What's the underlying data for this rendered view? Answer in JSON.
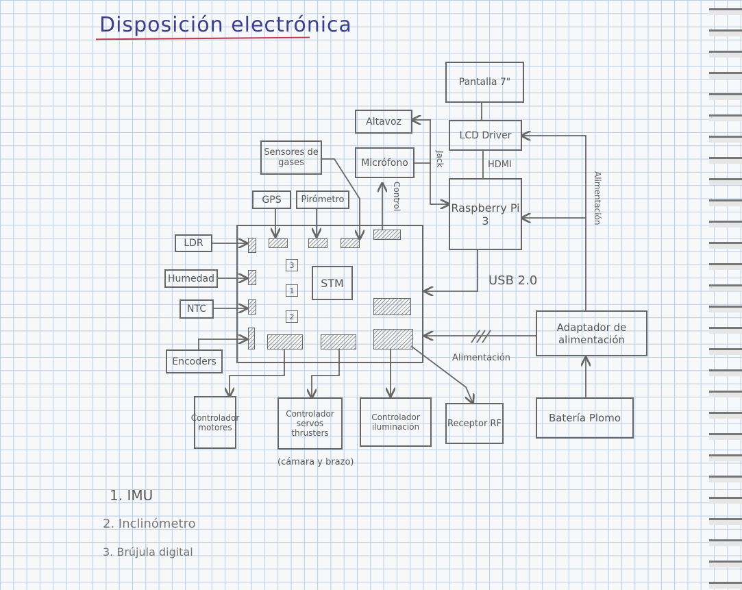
{
  "title": "Disposición electrónica",
  "blocks": {
    "pantalla": "Pantalla 7\"",
    "altavoz": "Altavoz",
    "lcd_driver": "LCD Driver",
    "sensores": "Sensores de gases",
    "microfono": "Micrófono",
    "raspberry": "Raspberry Pi 3",
    "gps": "GPS",
    "pirometro": "Pirómetro",
    "ldr": "LDR",
    "humedad": "Humedad",
    "ntc": "NTC",
    "encoders": "Encoders",
    "stm": "STM",
    "adaptador": "Adaptador de alimentación",
    "bateria": "Batería Plomo",
    "ctrl_motores": "Controlador motores",
    "ctrl_servos": "Controlador servos thrusters",
    "ctrl_iluminacion": "Controlador iluminación",
    "receptor": "Receptor RF"
  },
  "labels": {
    "jack": "Jack",
    "hdmi": "HDMI",
    "control": "Control",
    "usb": "USB 2.0",
    "alimentacion_h": "Alimentación",
    "alimentacion_v": "Alimentación",
    "camara_brazo": "(cámara y brazo)",
    "chip1": "1",
    "chip2": "2",
    "chip3": "3"
  },
  "legend": [
    "1. IMU",
    "2. Inclinómetro",
    "3. Brújula digital"
  ]
}
